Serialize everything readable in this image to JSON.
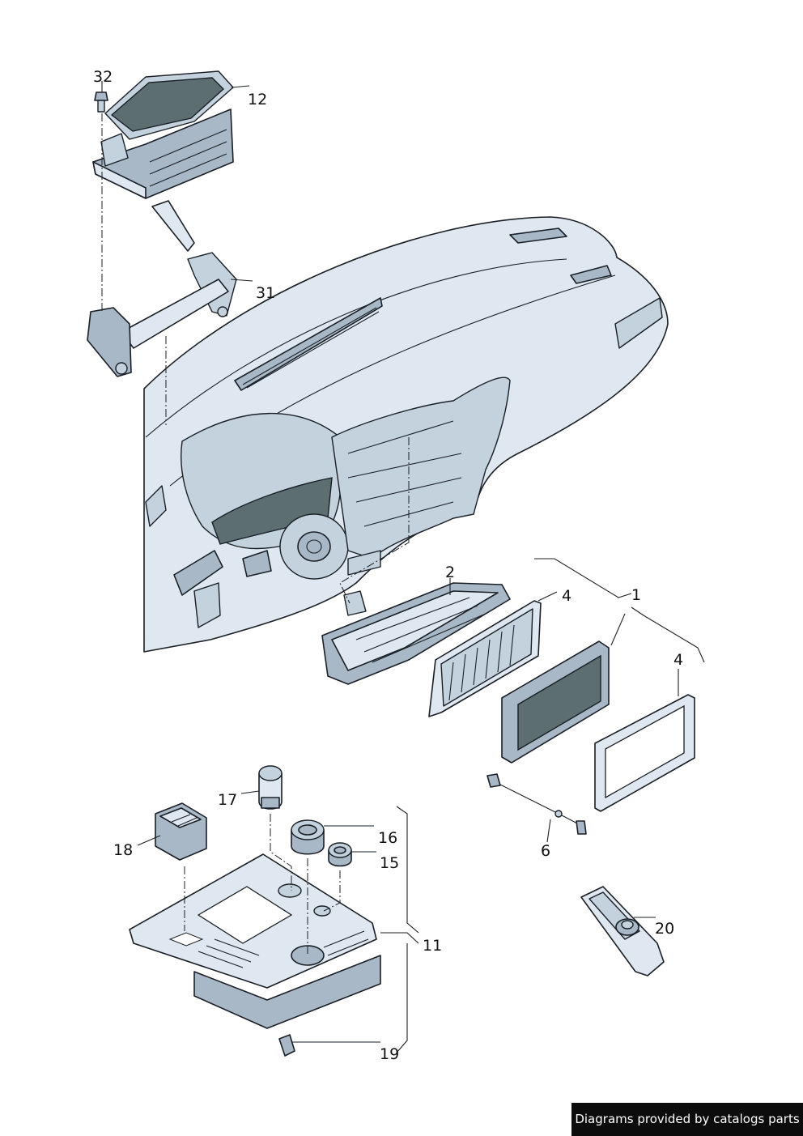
{
  "callouts": {
    "c32": "32",
    "c12": "12",
    "c31": "31",
    "c2": "2",
    "c4a": "4",
    "c1": "1",
    "c4b": "4",
    "c17": "17",
    "c16": "16",
    "c18": "18",
    "c15": "15",
    "c6": "6",
    "c20": "20",
    "c11": "11",
    "c19": "19"
  },
  "footer": {
    "text": "Diagrams provided by catalogs parts"
  },
  "colors": {
    "part_fill": "#dfe8f0",
    "outline": "#1a1f26",
    "screen": "#5c6e70",
    "banner_bg": "#0c0c0c"
  }
}
